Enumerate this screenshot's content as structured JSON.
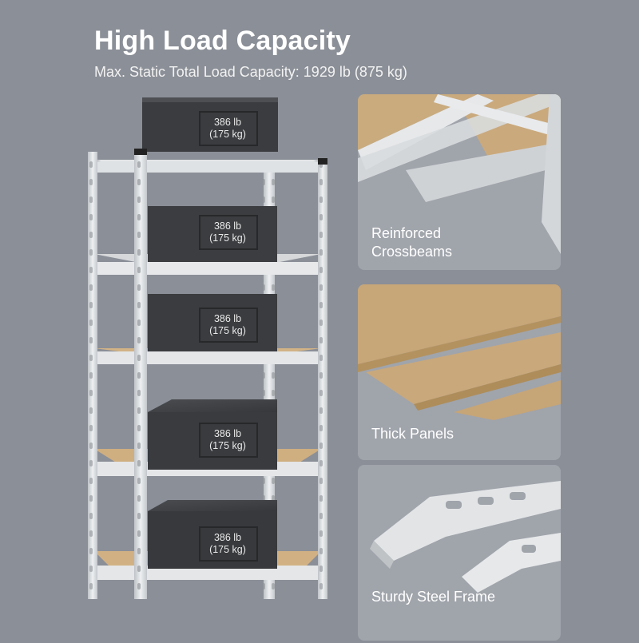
{
  "header": {
    "title": "High Load Capacity",
    "subtitle": "Max. Static Total Load Capacity: 1929 lb (875 kg)"
  },
  "boxes": [
    {
      "weight_lb": "386 lb",
      "weight_kg": "(175 kg)"
    },
    {
      "weight_lb": "386 lb",
      "weight_kg": "(175 kg)"
    },
    {
      "weight_lb": "386 lb",
      "weight_kg": "(175 kg)"
    },
    {
      "weight_lb": "386 lb",
      "weight_kg": "(175 kg)"
    },
    {
      "weight_lb": "386 lb",
      "weight_kg": "(175 kg)"
    }
  ],
  "features": [
    {
      "label_line1": "Reinforced",
      "label_line2": "Crossbeams",
      "icon": "crossbeam-closeup"
    },
    {
      "label_line1": "Thick Panels",
      "label_line2": "",
      "icon": "particleboard-panels"
    },
    {
      "label_line1": "Sturdy Steel Frame",
      "label_line2": "",
      "icon": "steel-angle-frame"
    }
  ],
  "colors": {
    "background": "#8b8f97",
    "card": "#a0a4ab",
    "steel": "#d9dcdf",
    "board": "#c7a77a",
    "box": "#3c3e41"
  }
}
